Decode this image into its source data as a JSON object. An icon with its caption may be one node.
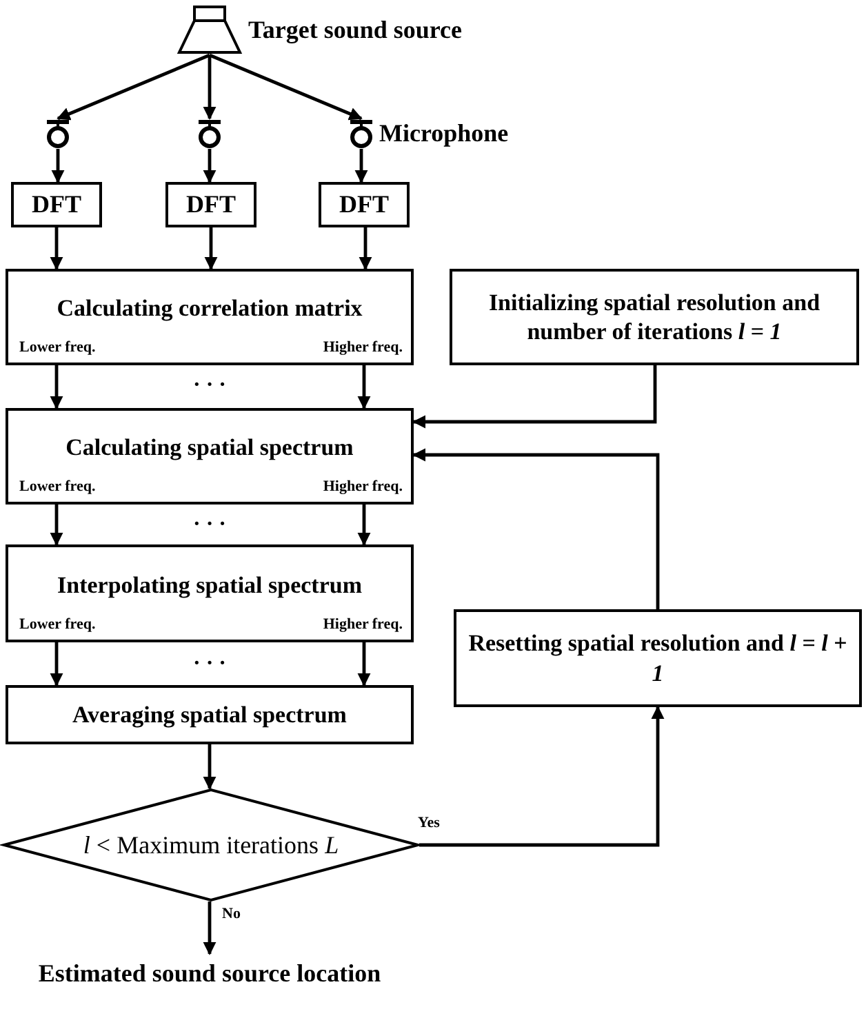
{
  "diagram": {
    "nodes": [
      {
        "text": [],
        "shape": "speaker",
        "beside": [
          "Target sound source"
        ]
      },
      {
        "text": [],
        "shape": "microphone"
      },
      {
        "text": [],
        "shape": "microphone"
      },
      {
        "text": [],
        "shape": "microphone",
        "beside": [
          "Microphone"
        ]
      },
      {
        "text": [
          "DFT"
        ]
      },
      {
        "text": [
          "DFT"
        ]
      },
      {
        "text": [
          "DFT"
        ]
      },
      {
        "text": [
          "Calculating correlation matrix",
          "Lower freq.",
          "Higher freq."
        ]
      },
      {
        "text": [
          "Initializing spatial resolution and number of iterations *l* = *1*"
        ]
      },
      {
        "text": [
          "Calculating spatial spectrum",
          "Lower freq.",
          "Higher freq."
        ]
      },
      {
        "text": [
          "Interpolating spatial spectrum",
          "Lower freq.",
          "Higher freq."
        ]
      },
      {
        "text": [
          "Resetting spatial resolution and *l* = *l* + *1*"
        ]
      },
      {
        "text": [
          "Averaging spatial spectrum"
        ]
      },
      {
        "text": [
          "*l* < Maximum iterations *L*"
        ]
      },
      {
        "text": [
          "Estimated sound source location"
        ]
      }
    ],
    "edges": [
      {
        "from": 0,
        "to": 1,
        "arrow": "to"
      },
      {
        "from": 0,
        "to": 2,
        "arrow": "to"
      },
      {
        "from": 0,
        "to": 3,
        "arrow": "to"
      },
      {
        "from": 1,
        "to": 4,
        "arrow": "to"
      },
      {
        "from": 2,
        "to": 5,
        "arrow": "to"
      },
      {
        "from": 3,
        "to": 6,
        "arrow": "to"
      },
      {
        "from": 4,
        "to": 7,
        "arrow": "to"
      },
      {
        "from": 5,
        "to": 7,
        "arrow": "to"
      },
      {
        "from": 6,
        "to": 7,
        "arrow": "to"
      },
      {
        "from": 7,
        "to": 9,
        "arrow": "to"
      },
      {
        "from": 7,
        "to": 9,
        "arrow": "to"
      },
      {
        "from": 9,
        "to": 10,
        "arrow": "to"
      },
      {
        "from": 9,
        "to": 10,
        "arrow": "to"
      },
      {
        "from": 10,
        "to": 12,
        "arrow": "to"
      },
      {
        "from": 10,
        "to": 12,
        "arrow": "to"
      },
      {
        "from": 8,
        "to": 9,
        "arrow": "to"
      },
      {
        "from": 11,
        "to": 9,
        "arrow": "to"
      },
      {
        "from": 12,
        "to": 13,
        "arrow": "to"
      },
      {
        "from": 13,
        "to": 11,
        "label": "Yes",
        "arrow": "to"
      },
      {
        "from": 13,
        "to": 14,
        "label": "No",
        "arrow": "to"
      }
    ],
    "labels": [
      "· · ·",
      "· · ·",
      "· · ·"
    ]
  }
}
